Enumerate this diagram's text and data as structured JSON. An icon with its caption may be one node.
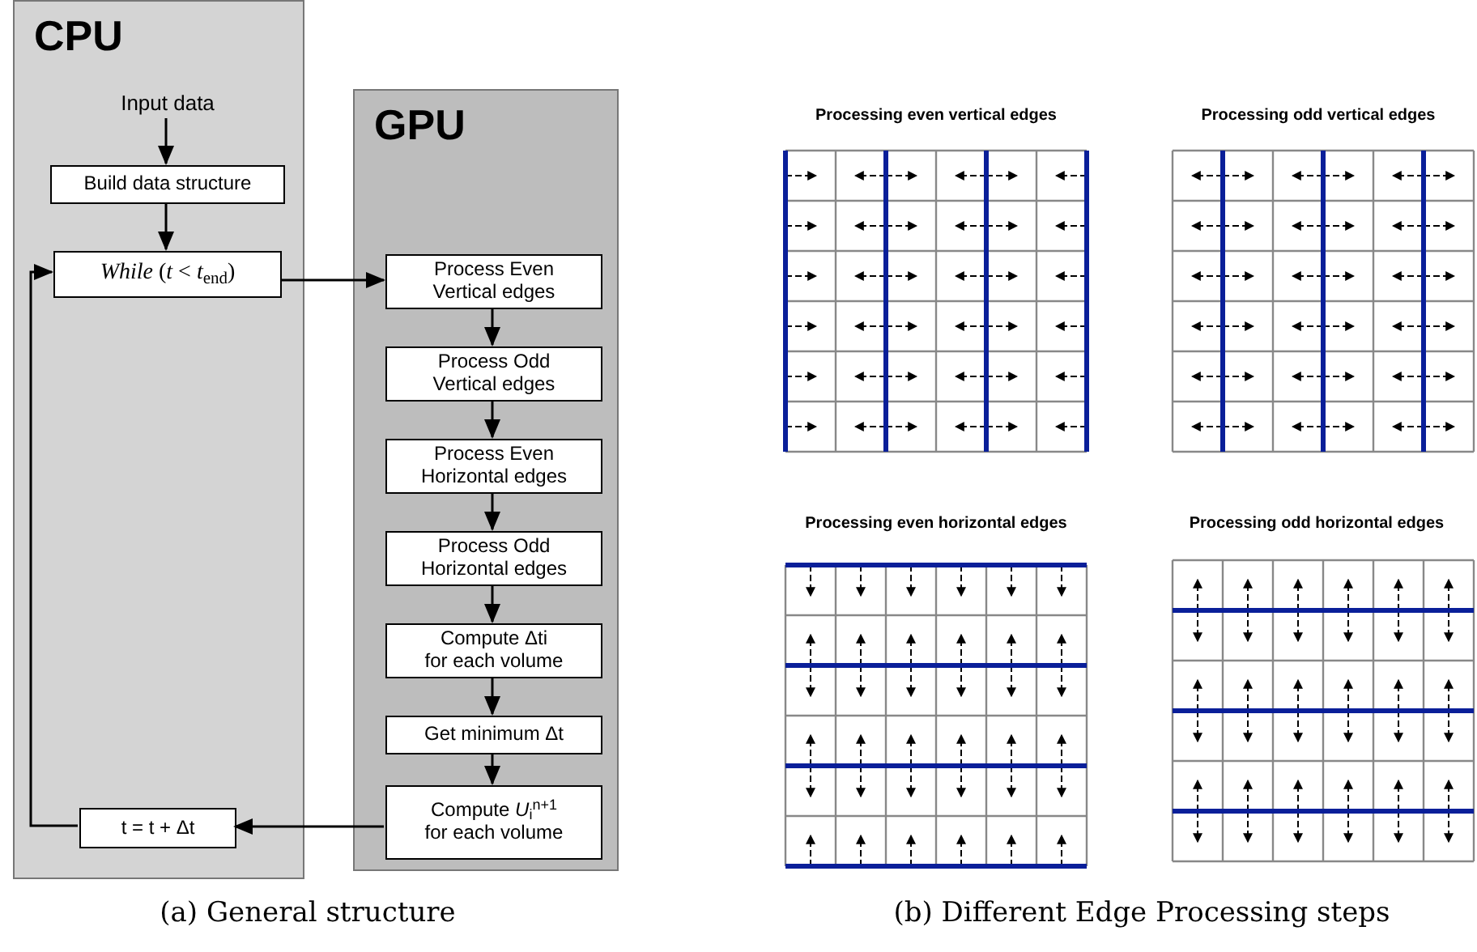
{
  "diagram": {
    "nodes": [
      {
        "text": [
          "CPU"
        ]
      },
      {
        "text": [
          "Input data"
        ],
        "in": 0
      },
      {
        "text": [
          "Build data structure"
        ],
        "in": 0
      },
      {
        "text": [
          "*While* (*t* < *t*$_{end}$)"
        ],
        "in": 0
      },
      {
        "text": [
          "t = t + Δt"
        ],
        "in": 0
      },
      {
        "text": [
          "GPU"
        ]
      },
      {
        "text": [
          "Process Even Vertical edges"
        ],
        "in": 5
      },
      {
        "text": [
          "Process Odd Vertical edges"
        ],
        "in": 5
      },
      {
        "text": [
          "Process Even Horizontal edges"
        ],
        "in": 5
      },
      {
        "text": [
          "Process Odd Horizontal edges"
        ],
        "in": 5
      },
      {
        "text": [
          "Compute Δti",
          "for each volume"
        ],
        "in": 5
      },
      {
        "text": [
          "Get minimum Δt"
        ],
        "in": 5
      },
      {
        "text": [
          "Compute *U*$_{i}$$^{n+1}$",
          "for each volume"
        ],
        "in": 5
      }
    ],
    "edges": [
      {
        "from": 1,
        "to": 2,
        "arrow": "to"
      },
      {
        "from": 2,
        "to": 3,
        "arrow": "to"
      },
      {
        "from": 3,
        "to": 6,
        "arrow": "to"
      },
      {
        "from": 6,
        "to": 7,
        "arrow": "to"
      },
      {
        "from": 7,
        "to": 8,
        "arrow": "to"
      },
      {
        "from": 8,
        "to": 9,
        "arrow": "to"
      },
      {
        "from": 9,
        "to": 10,
        "arrow": "to"
      },
      {
        "from": 10,
        "to": 11,
        "arrow": "to"
      },
      {
        "from": 11,
        "to": 12,
        "arrow": "to"
      },
      {
        "from": 12,
        "to": 4,
        "arrow": "to"
      },
      {
        "from": 4,
        "to": 3,
        "arrow": "to"
      }
    ],
    "labels": [
      "Processing even vertical edges",
      "Processing odd vertical edges",
      "Processing even horizontal edges",
      "Processing odd horizontal edges",
      "(a) General structure",
      "(b) Different Edge Processing steps"
    ]
  }
}
